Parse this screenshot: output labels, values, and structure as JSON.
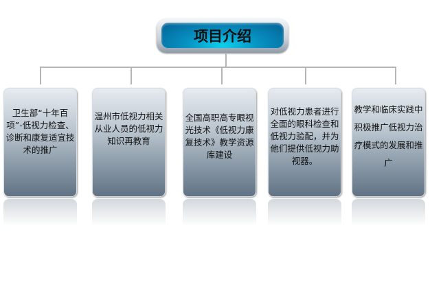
{
  "title": "项目介绍",
  "boxes": [
    {
      "text": "卫生部“十年百项”-低视力检查、诊断和康复适宜技术的推广"
    },
    {
      "text": "温州市低视力相关从业人员的低视力知识再教育"
    },
    {
      "text": "全国高职高专眼视光技术《低视力康复技术》教学资源库建设"
    },
    {
      "text": "对低视力患者进行全面的眼科检查和低视力验配，并为他们提供低视力助视器。"
    },
    {
      "text": "教学和临床实践中积极推广低视力治疗模式的发展和推广"
    }
  ]
}
